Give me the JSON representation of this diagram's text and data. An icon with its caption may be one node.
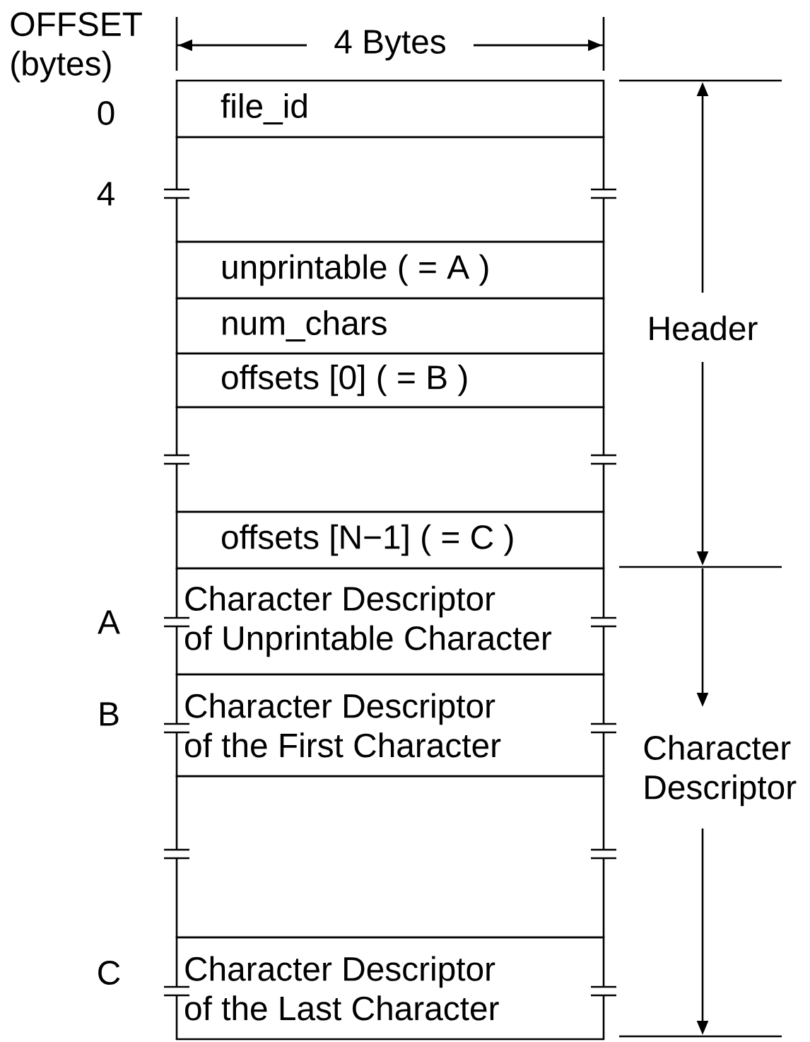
{
  "diagram": {
    "nodes": [
      {
        "text": [
          "file_id"
        ]
      },
      {
        "text": [],
        "shape": "box"
      },
      {
        "text": [
          "unprintable ( = A )"
        ]
      },
      {
        "text": [
          "num_chars"
        ]
      },
      {
        "text": [
          "offsets [0] ( = B )"
        ]
      },
      {
        "text": [],
        "shape": "box"
      },
      {
        "text": [
          "offsets [N−1] ( = C )"
        ]
      },
      {
        "text": [
          "Character Descriptor of Unprintable Character"
        ]
      },
      {
        "text": [
          "Character Descriptor of the First Character"
        ]
      },
      {
        "text": [],
        "shape": "box"
      },
      {
        "text": [
          "Character Descriptor of the Last Character"
        ]
      }
    ],
    "labels": [
      "OFFSET (bytes)",
      "4 Bytes",
      "0",
      "4",
      "Header",
      "A",
      "B",
      "Character Descriptor",
      "C"
    ]
  }
}
